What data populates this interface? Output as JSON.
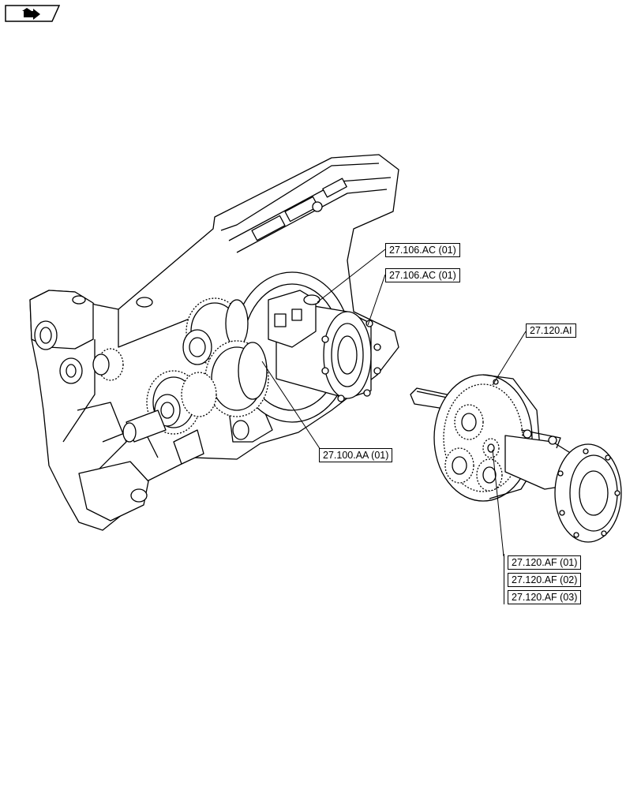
{
  "callouts": [
    {
      "id": "c1",
      "label": "27.106.AC (01)"
    },
    {
      "id": "c2",
      "label": "27.106.AC (01)"
    },
    {
      "id": "c3",
      "label": "27.120.AI"
    },
    {
      "id": "c4",
      "label": "27.100.AA (01)"
    },
    {
      "id": "c5",
      "label": "27.120.AF (01)"
    },
    {
      "id": "c6",
      "label": "27.120.AF (02)"
    },
    {
      "id": "c7",
      "label": "27.120.AF (03)"
    }
  ],
  "nav_icon": "page-forward-icon",
  "colors": {
    "line": "#000000",
    "background": "#ffffff"
  }
}
